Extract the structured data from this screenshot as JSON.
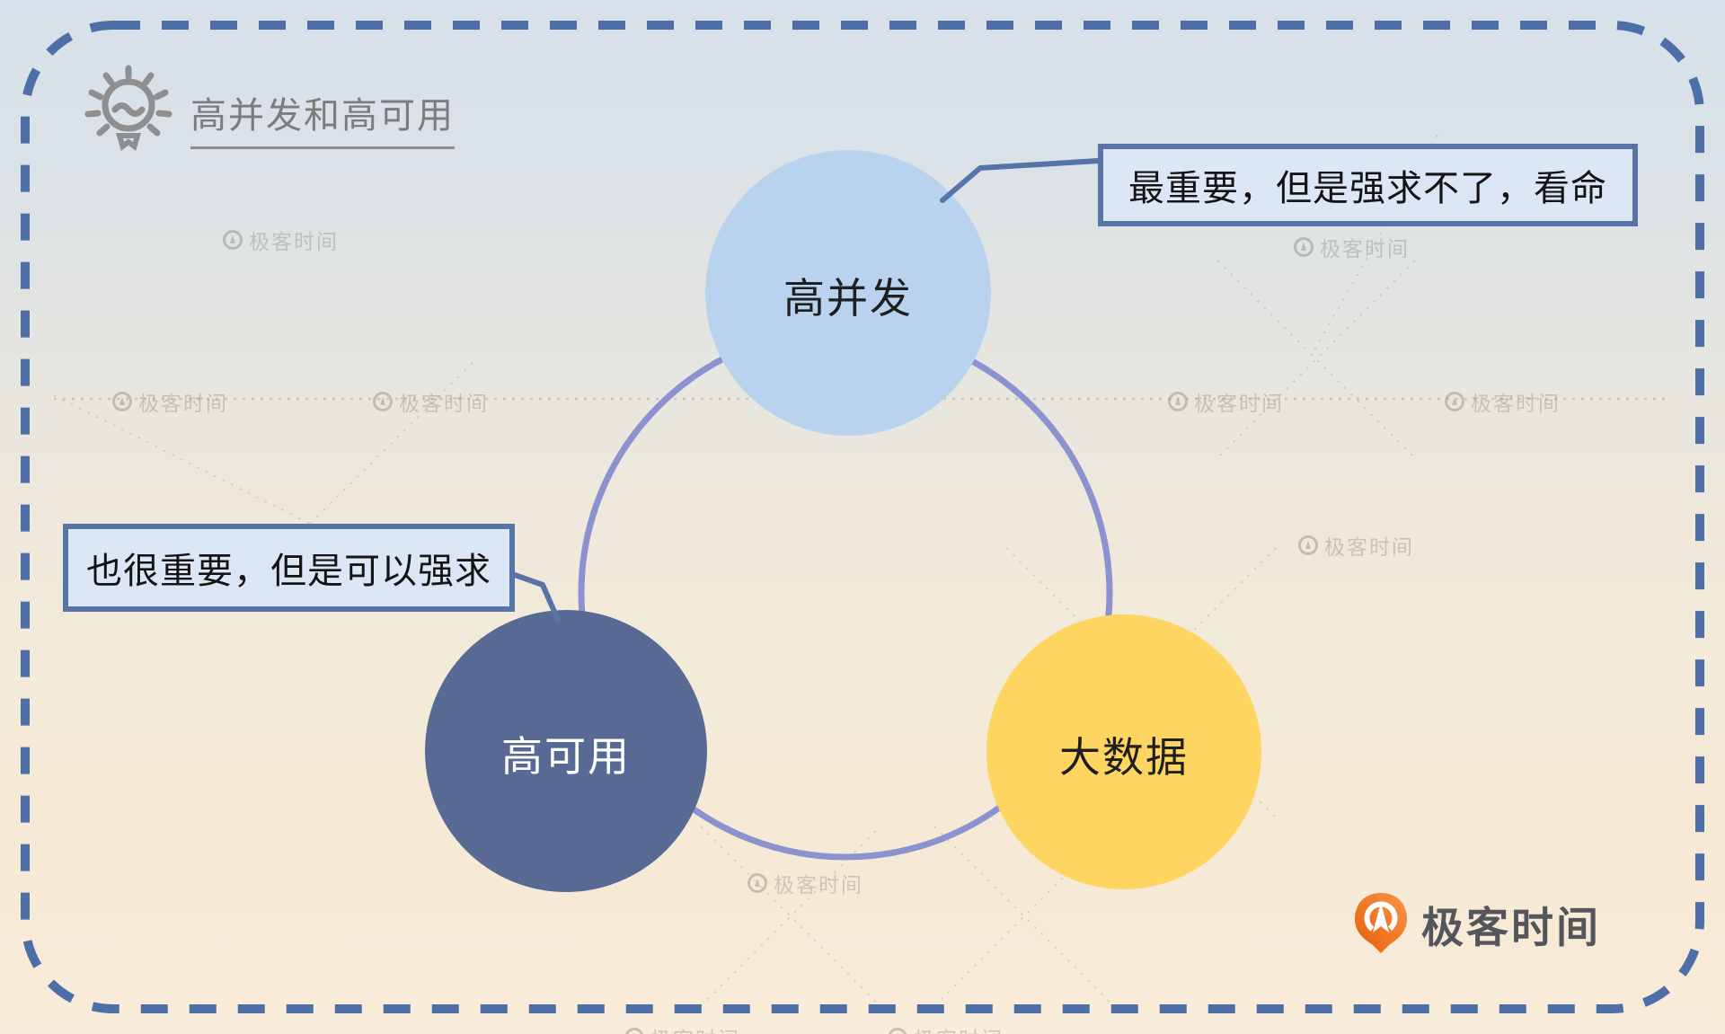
{
  "title": {
    "icon": "lightbulb-icon",
    "label": "高并发和高可用"
  },
  "diagram": {
    "nodes": [
      {
        "id": "high-concurrency",
        "label": "高并发",
        "color": "#b9d3ee",
        "text_color": "#1f1f1f"
      },
      {
        "id": "high-availability",
        "label": "高可用",
        "color": "#586a94",
        "text_color": "#ffffff"
      },
      {
        "id": "big-data",
        "label": "大数据",
        "color": "#fdd560",
        "text_color": "#1f1f1f"
      }
    ],
    "callouts": [
      {
        "target": "high-concurrency",
        "text": "最重要，但是强求不了，看命"
      },
      {
        "target": "high-availability",
        "text": "也很重要，但是可以强求"
      }
    ],
    "ring_color": "#8b92cf",
    "connector_color": "#5873a6",
    "callout_fill": "#dbe7f5",
    "callout_border": "#5873a6",
    "border_color": "#4d6ea6"
  },
  "watermark": {
    "icon": "geektime-pin-icon",
    "text": "极客时间"
  },
  "logo": {
    "icon": "geektime-pin-icon",
    "text": "极客时间",
    "brand_orange": "#f07221",
    "text_color": "#54565c"
  }
}
